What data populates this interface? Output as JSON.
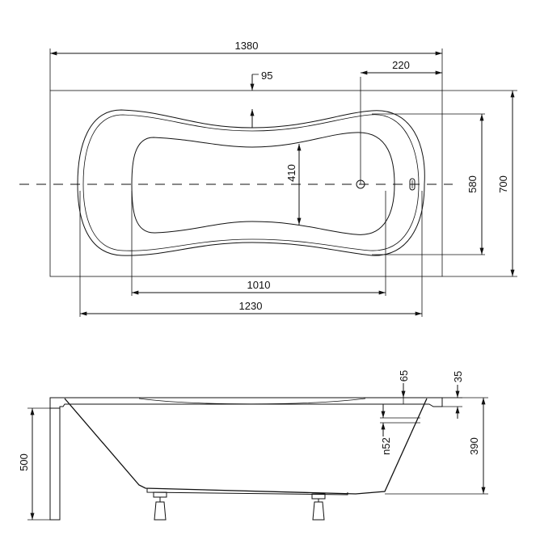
{
  "colors": {
    "line": "#111111",
    "background": "#ffffff"
  },
  "top_view": {
    "overall_length": "1380",
    "drain_offset": "220",
    "rim_offset": "95",
    "inner_width": "410",
    "basin_width": "580",
    "overall_width": "700",
    "inner_length": "1010",
    "basin_length": "1230"
  },
  "side_view": {
    "height_label_65": "65",
    "height_label_35": "35",
    "overflow_label": "n52",
    "depth": "390",
    "total_height": "500"
  }
}
